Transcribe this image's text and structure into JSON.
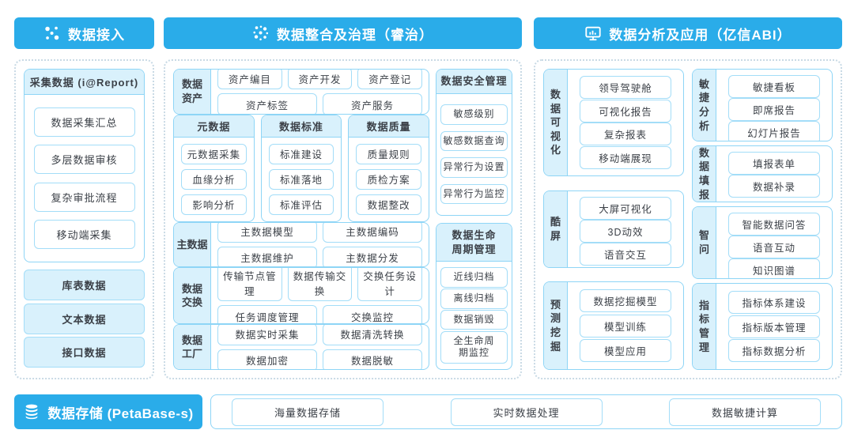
{
  "colors": {
    "primary": "#2AACE9",
    "light_fill": "#D9F1FC",
    "box_border": "#8ED5F6",
    "outer_dotted": "#C9DAE5",
    "text": "#3C4148"
  },
  "headers": {
    "access": {
      "label": "数据接入",
      "icon": "network-dots-icon"
    },
    "governance": {
      "label": "数据整合及治理（睿治）",
      "icon": "dots-swirl-icon"
    },
    "analysis": {
      "label": "数据分析及应用（亿信ABI）",
      "icon": "monitor-chart-icon"
    }
  },
  "access_panel": {
    "collect": {
      "title": "采集数据 (i@Report)",
      "items": [
        "数据采集汇总",
        "多层数据审核",
        "复杂审批流程",
        "移动端采集"
      ]
    },
    "sources": [
      "库表数据",
      "文本数据",
      "接口数据"
    ]
  },
  "governance_panel": {
    "asset": {
      "label": "数据资产",
      "rows": [
        [
          "资产编目",
          "资产开发",
          "资产登记"
        ],
        [
          "资产标签",
          "资产服务"
        ]
      ]
    },
    "columns": [
      {
        "title": "元数据",
        "items": [
          "元数据采集",
          "血缘分析",
          "影响分析"
        ]
      },
      {
        "title": "数据标准",
        "items": [
          "标准建设",
          "标准落地",
          "标准评估"
        ]
      },
      {
        "title": "数据质量",
        "items": [
          "质量规则",
          "质检方案",
          "数据整改"
        ]
      }
    ],
    "master": {
      "label": "主数据",
      "rows": [
        [
          "主数据模型",
          "主数据编码"
        ],
        [
          "主数据维护",
          "主数据分发"
        ]
      ]
    },
    "exchange": {
      "label": "数据交换",
      "rows": [
        [
          "传输节点管理",
          "数据传输交换",
          "交换任务设计"
        ],
        [
          "任务调度管理",
          "交换监控"
        ]
      ]
    },
    "factory": {
      "label": "数据工厂",
      "rows": [
        [
          "数据实时采集",
          "数据清洗转换"
        ],
        [
          "数据加密",
          "数据脱敏"
        ]
      ]
    },
    "security": {
      "title": "数据安全管理",
      "items": [
        "敏感级别",
        "敏感数据查询",
        "异常行为设置",
        "异常行为监控"
      ]
    },
    "lifecycle": {
      "title": "数据生命周期管理",
      "items": [
        "近线归档",
        "离线归档",
        "数据销毁",
        "全生命周期监控"
      ]
    }
  },
  "analysis_panel": {
    "left": [
      {
        "label": "数据可视化",
        "items": [
          "领导驾驶舱",
          "可视化报告",
          "复杂报表",
          "移动端展现"
        ]
      },
      {
        "label": "酷屏",
        "items": [
          "大屏可视化",
          "3D动效",
          "语音交互"
        ]
      },
      {
        "label": "预测挖掘",
        "items": [
          "数据挖掘模型",
          "模型训练",
          "模型应用"
        ]
      }
    ],
    "right": [
      {
        "label": "敏捷分析",
        "items": [
          "敏捷看板",
          "即席报告",
          "幻灯片报告"
        ]
      },
      {
        "label": "数据填报",
        "items": [
          "填报表单",
          "数据补录"
        ]
      },
      {
        "label": "智问",
        "items": [
          "智能数据问答",
          "语音互动",
          "知识图谱"
        ]
      },
      {
        "label": "指标管理",
        "items": [
          "指标体系建设",
          "指标版本管理",
          "指标数据分析"
        ]
      }
    ]
  },
  "storage": {
    "label": "数据存储 (PetaBase-s)",
    "icon": "database-icon",
    "items": [
      "海量数据存储",
      "实时数据处理",
      "数据敏捷计算"
    ]
  }
}
